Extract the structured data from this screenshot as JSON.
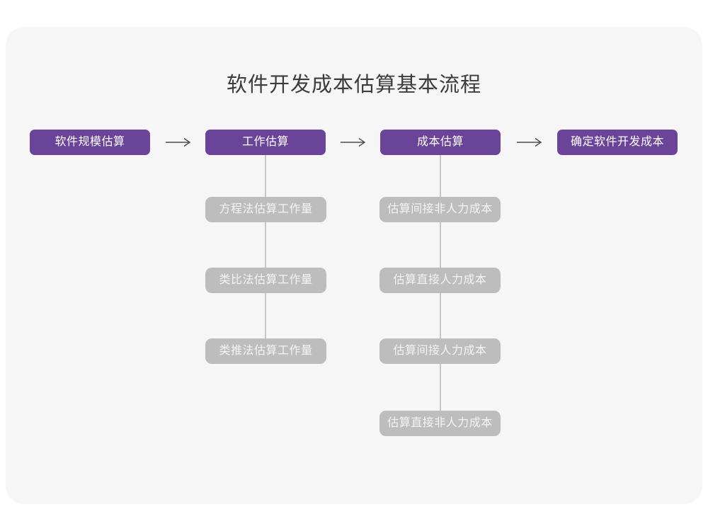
{
  "title": "软件开发成本估算基本流程",
  "colors": {
    "card_background": "#f6f6f7",
    "main_node": "#6a4499",
    "sub_node": "#bdbdbd",
    "connector_line": "#c7c7c7",
    "arrow": "#4a4a4a",
    "title_text": "#3c3c3c"
  },
  "flow": {
    "main_nodes": [
      {
        "label": "软件规模估算"
      },
      {
        "label": "工作估算"
      },
      {
        "label": "成本估算"
      },
      {
        "label": "确定软件开发成本"
      }
    ],
    "work_sub_nodes": [
      "方程法估算工作量",
      "类比法估算工作量",
      "类推法估算工作量"
    ],
    "cost_sub_nodes": [
      "估算间接非人力成本",
      "估算直接人力成本",
      "估算间接人力成本",
      "估算直接非人力成本"
    ]
  }
}
